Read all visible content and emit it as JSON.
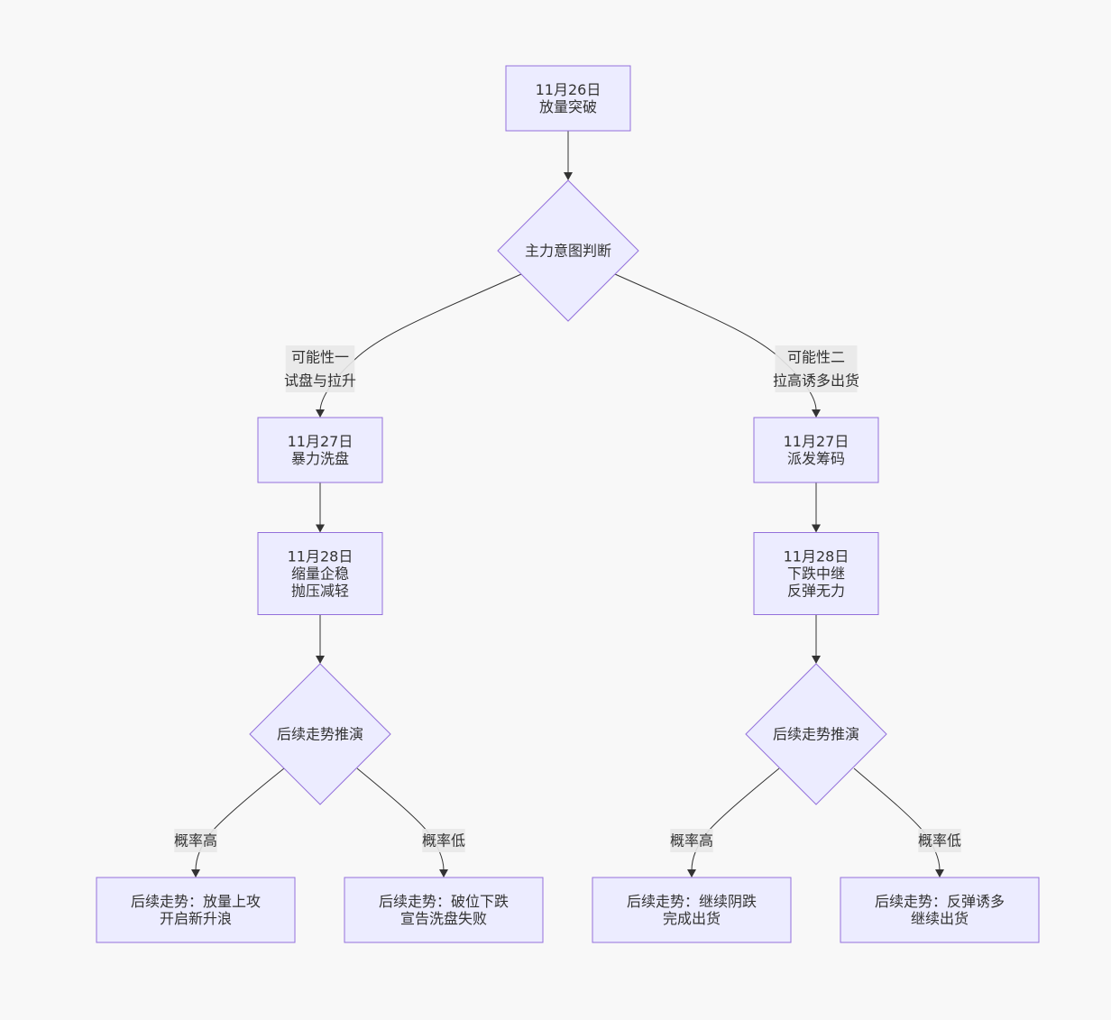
{
  "diagram": {
    "type": "flowchart",
    "direction": "top-down",
    "colors": {
      "background": "#f8f8f8",
      "node_fill": "#ececff",
      "node_border": "#9370db",
      "edge": "#333333",
      "label_bg": "#e8e8e8",
      "text": "#333333"
    },
    "nodes": [
      {
        "id": "A",
        "shape": "rect",
        "lines": [
          "11月26日",
          "放量突破"
        ]
      },
      {
        "id": "B",
        "shape": "diamond",
        "lines": [
          "主力意图判断"
        ]
      },
      {
        "id": "C1",
        "shape": "rect",
        "lines": [
          "11月27日",
          "暴力洗盘"
        ]
      },
      {
        "id": "C2",
        "shape": "rect",
        "lines": [
          "11月28日",
          "缩量企稳",
          "抛压减轻"
        ]
      },
      {
        "id": "C3",
        "shape": "diamond",
        "lines": [
          "后续走势推演"
        ]
      },
      {
        "id": "C4",
        "shape": "rect",
        "lines": [
          "后续走势：放量上攻",
          "开启新升浪"
        ]
      },
      {
        "id": "C5",
        "shape": "rect",
        "lines": [
          "后续走势：破位下跌",
          "宣告洗盘失败"
        ]
      },
      {
        "id": "D1",
        "shape": "rect",
        "lines": [
          "11月27日",
          "派发筹码"
        ]
      },
      {
        "id": "D2",
        "shape": "rect",
        "lines": [
          "11月28日",
          "下跌中继",
          "反弹无力"
        ]
      },
      {
        "id": "D3",
        "shape": "diamond",
        "lines": [
          "后续走势推演"
        ]
      },
      {
        "id": "D4",
        "shape": "rect",
        "lines": [
          "后续走势：继续阴跌",
          "完成出货"
        ]
      },
      {
        "id": "D5",
        "shape": "rect",
        "lines": [
          "后续走势：反弹诱多",
          "继续出货"
        ]
      }
    ],
    "edges": [
      {
        "from": "A",
        "to": "B",
        "label": []
      },
      {
        "from": "B",
        "to": "C1",
        "label": [
          "可能性一",
          "试盘与拉升"
        ]
      },
      {
        "from": "B",
        "to": "D1",
        "label": [
          "可能性二",
          "拉高诱多出货"
        ]
      },
      {
        "from": "C1",
        "to": "C2",
        "label": []
      },
      {
        "from": "C2",
        "to": "C3",
        "label": []
      },
      {
        "from": "C3",
        "to": "C4",
        "label": [
          "概率高"
        ]
      },
      {
        "from": "C3",
        "to": "C5",
        "label": [
          "概率低"
        ]
      },
      {
        "from": "D1",
        "to": "D2",
        "label": []
      },
      {
        "from": "D2",
        "to": "D3",
        "label": []
      },
      {
        "from": "D3",
        "to": "D4",
        "label": [
          "概率高"
        ]
      },
      {
        "from": "D3",
        "to": "D5",
        "label": [
          "概率低"
        ]
      }
    ]
  }
}
